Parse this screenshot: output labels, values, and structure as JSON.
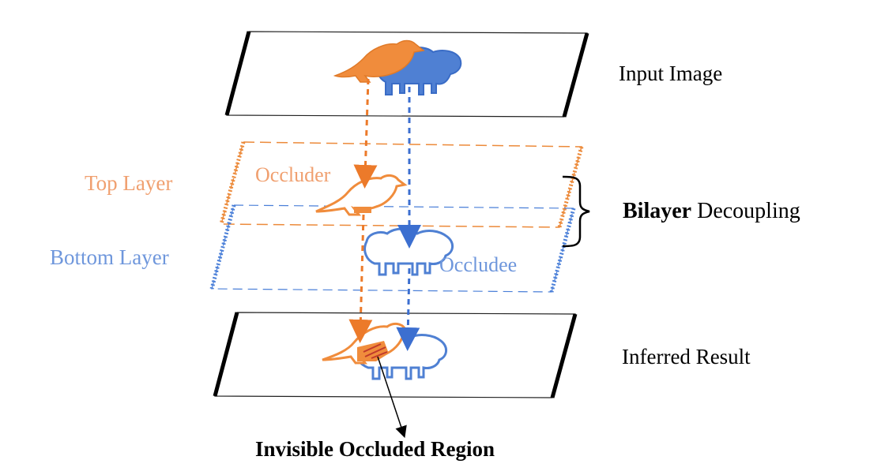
{
  "labels": {
    "input_image": "Input Image",
    "top_layer": "Top Layer",
    "bottom_layer": "Bottom Layer",
    "occluder": "Occluder",
    "occludee": "Occludee",
    "bilayer_bold": "Bilayer",
    "bilayer_rest": " Decoupling",
    "inferred_result": "Inferred Result",
    "invisible_region": "Invisible Occluded Region"
  },
  "colors": {
    "orange": "#ec8a3a",
    "orange_fill": "#f08c3c",
    "blue": "#4a7fd8",
    "blue_fill": "#4f80d3",
    "orange_text": "#f0a070",
    "blue_text": "#6f97dc",
    "black": "#000000"
  },
  "icons": {
    "occluder_shape": "bird-icon",
    "occludee_shape": "sheep-icon"
  }
}
